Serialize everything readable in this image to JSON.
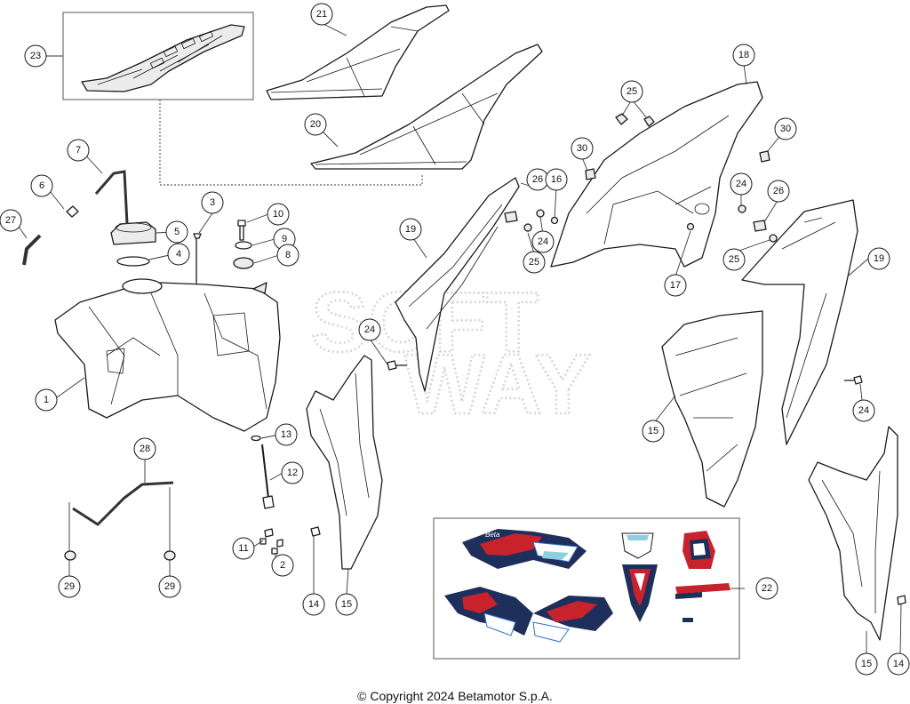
{
  "watermark": {
    "line1": "SOFT",
    "line2": "WAY"
  },
  "callouts": [
    {
      "id": "c1",
      "label": "1"
    },
    {
      "id": "c2",
      "label": "2"
    },
    {
      "id": "c3",
      "label": "3"
    },
    {
      "id": "c4",
      "label": "4"
    },
    {
      "id": "c5",
      "label": "5"
    },
    {
      "id": "c6",
      "label": "6"
    },
    {
      "id": "c7",
      "label": "7"
    },
    {
      "id": "c8",
      "label": "8"
    },
    {
      "id": "c9",
      "label": "9"
    },
    {
      "id": "c10",
      "label": "10"
    },
    {
      "id": "c11",
      "label": "11"
    },
    {
      "id": "c12",
      "label": "12"
    },
    {
      "id": "c13",
      "label": "13"
    },
    {
      "id": "c14a",
      "label": "14"
    },
    {
      "id": "c14b",
      "label": "14"
    },
    {
      "id": "c15a",
      "label": "15"
    },
    {
      "id": "c15b",
      "label": "15"
    },
    {
      "id": "c16",
      "label": "16"
    },
    {
      "id": "c17a",
      "label": "17"
    },
    {
      "id": "c17b",
      "label": "17"
    },
    {
      "id": "c18",
      "label": "18"
    },
    {
      "id": "c19a",
      "label": "19"
    },
    {
      "id": "c19b",
      "label": "19"
    },
    {
      "id": "c20",
      "label": "20"
    },
    {
      "id": "c21",
      "label": "21"
    },
    {
      "id": "c22",
      "label": "22"
    },
    {
      "id": "c23",
      "label": "23"
    },
    {
      "id": "c24a",
      "label": "24"
    },
    {
      "id": "c24b",
      "label": "24"
    },
    {
      "id": "c24c",
      "label": "24"
    },
    {
      "id": "c24d",
      "label": "24"
    },
    {
      "id": "c25a",
      "label": "25"
    },
    {
      "id": "c25b",
      "label": "25"
    },
    {
      "id": "c25c",
      "label": "25"
    },
    {
      "id": "c26a",
      "label": "26"
    },
    {
      "id": "c26b",
      "label": "26"
    },
    {
      "id": "c27",
      "label": "27"
    },
    {
      "id": "c28",
      "label": "28"
    },
    {
      "id": "c29a",
      "label": "29"
    },
    {
      "id": "c29b",
      "label": "29"
    },
    {
      "id": "c30a",
      "label": "30"
    },
    {
      "id": "c30b",
      "label": "30"
    }
  ],
  "decal_text": {
    "brand": "Beta"
  },
  "colors": {
    "decal_red": "#c8232c",
    "decal_navy": "#1f2f5c",
    "decal_blue": "#2e6fd1",
    "decal_teal": "#8fd0e0"
  },
  "copyright": "© Copyright 2024 Betamotor S.p.A."
}
